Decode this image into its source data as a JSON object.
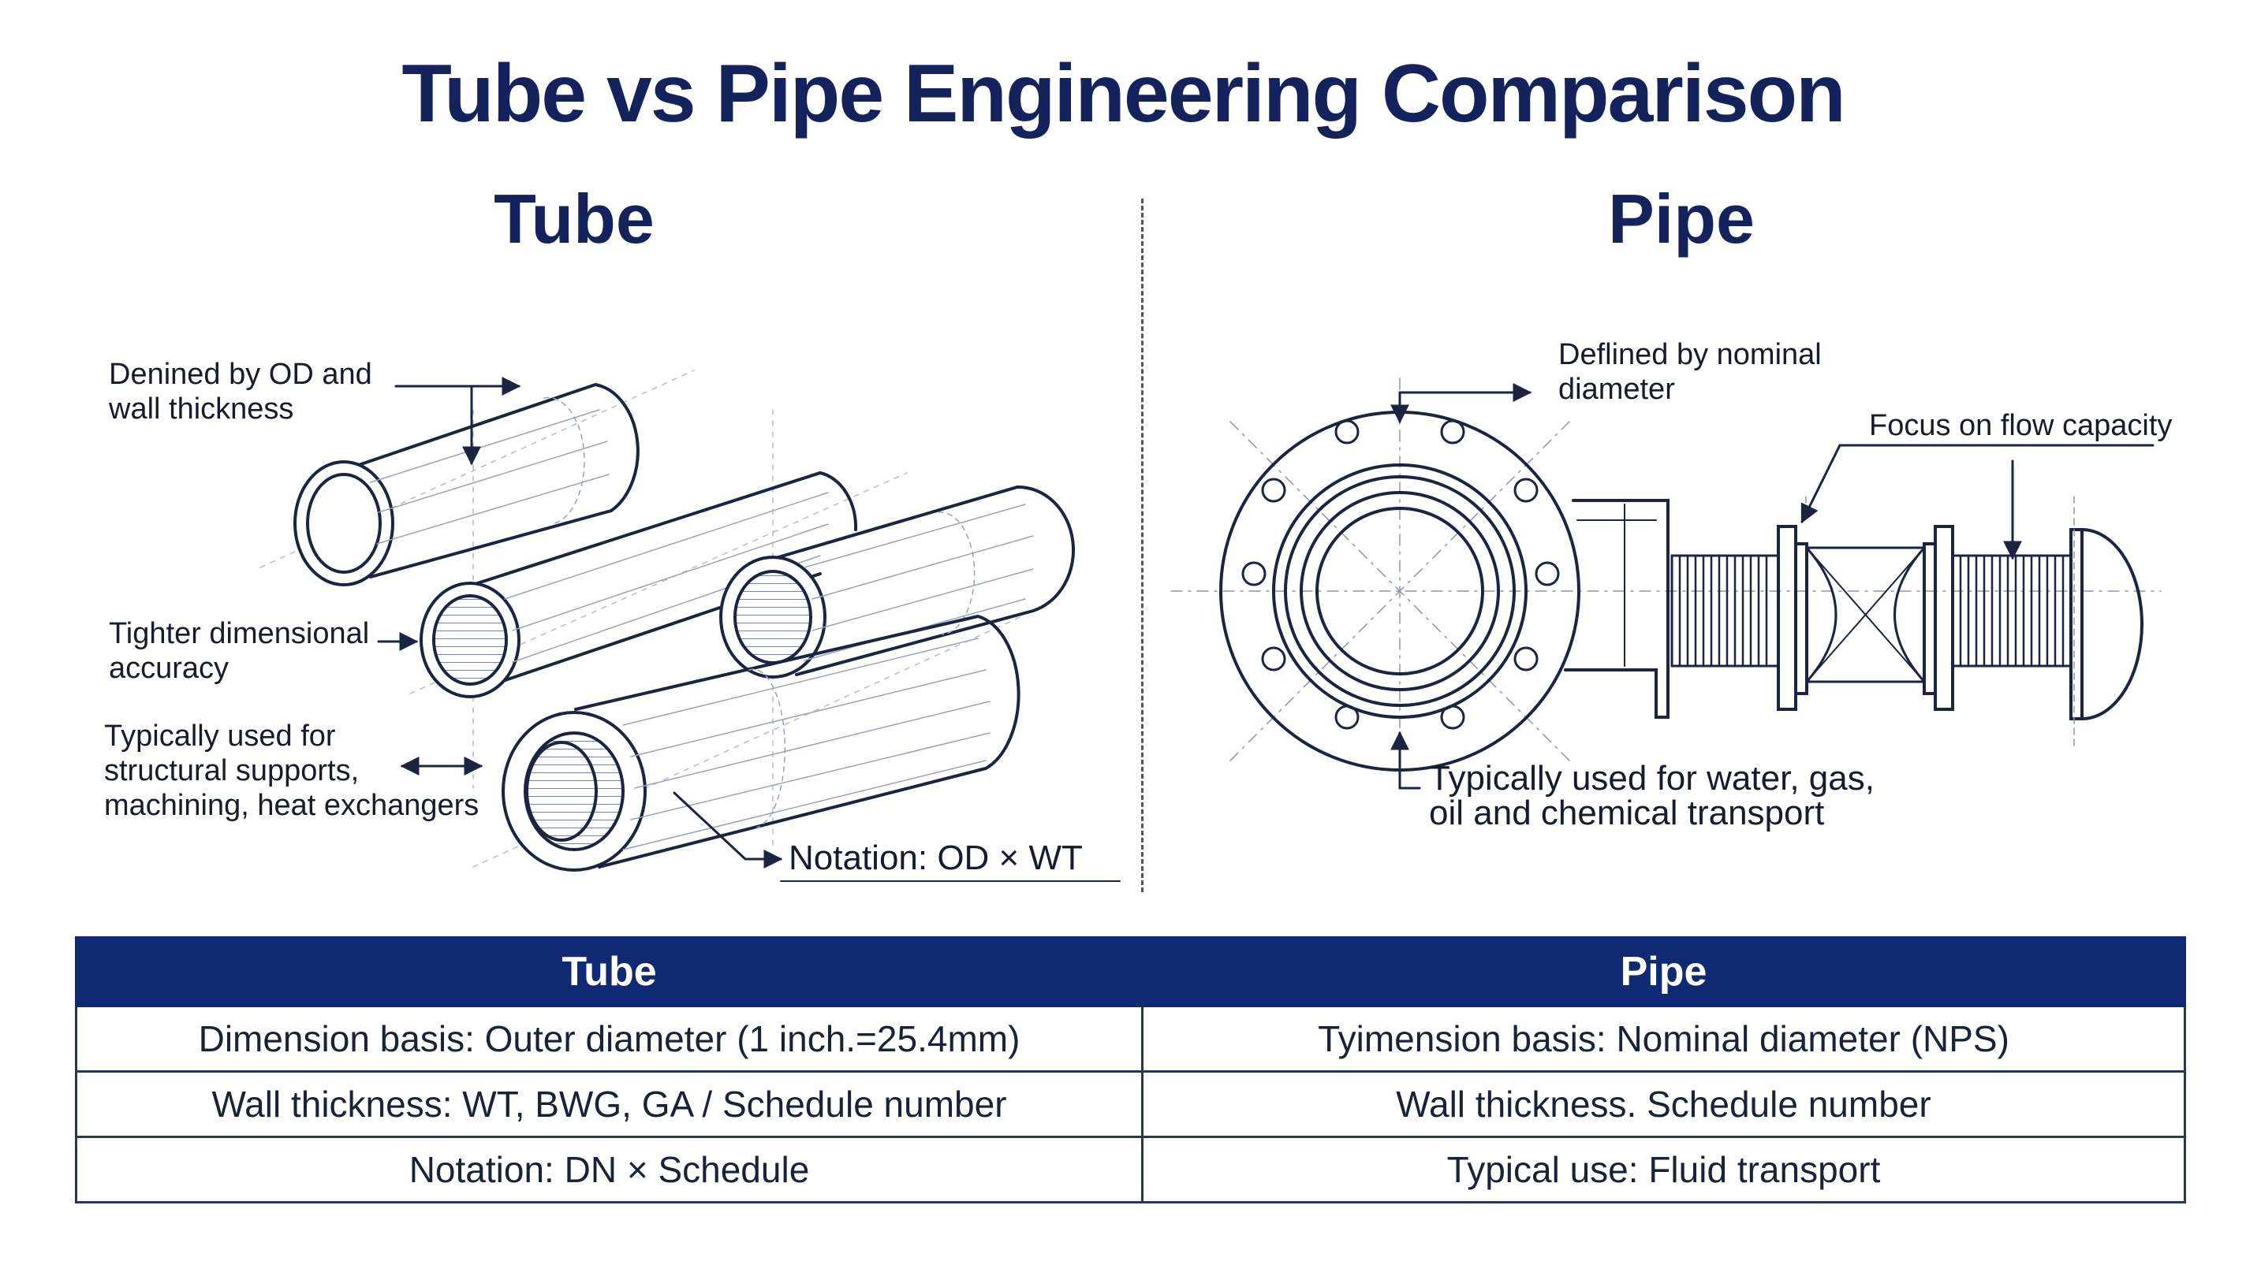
{
  "title": "Tube vs Pipe Engineering Comparison",
  "tube": {
    "heading": "Tube",
    "labels": {
      "defined_by": "Denined by OD and\nwall thickness",
      "accuracy": "Tighter dimensional\naccuracy",
      "uses": "Typically used for\nstructural supports,\nmachining, heat exchangers",
      "notation": "Notation:  OD × WT"
    }
  },
  "pipe": {
    "heading": "Pipe",
    "labels": {
      "defined_by": "Deflined by nominal\ndiameter",
      "flow": "Focus on flow capacity",
      "uses": "Typically used for water, gas,\noil and chemical transport"
    }
  },
  "table": {
    "headers": [
      "Tube",
      "Pipe"
    ],
    "rows": [
      [
        "Dimension basis: Outer diameter (1 inch.=25.4mm)",
        "Tyimension basis: Nominal diameter (NPS)"
      ],
      [
        "Wall thickness:  WT, BWG, GA / Schedule number",
        "Wall thickness. Schedule number"
      ],
      [
        "Notation:  DN × Schedule",
        "Typical use: Fluid transport"
      ]
    ]
  },
  "colors": {
    "navy": "#14235b",
    "header_bg": "#0f2a73",
    "line": "#1b2440"
  }
}
